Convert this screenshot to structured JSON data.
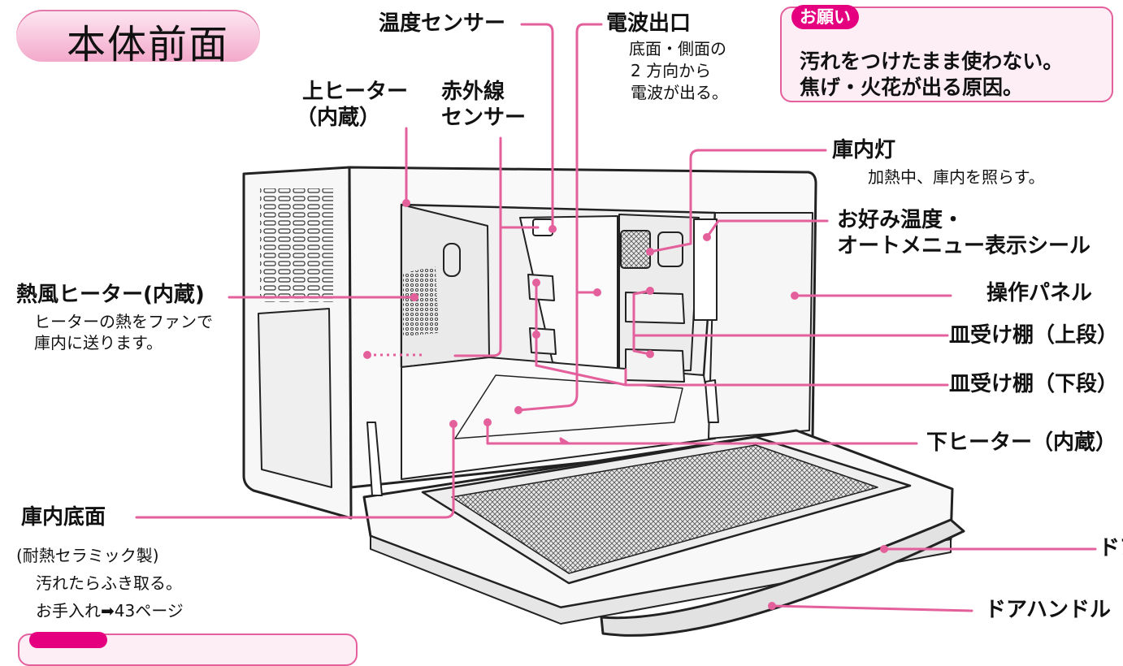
{
  "title": "本体前面",
  "note": {
    "badge": "お願い",
    "line1": "汚れをつけたまま使わない。",
    "line2": "焦げ・火花が出る原因。"
  },
  "labels": {
    "temp_sensor": "温度センサー",
    "wave_outlet": "電波出口",
    "wave_outlet_desc": [
      "底面・側面の",
      "2 方向から",
      "電波が出る。"
    ],
    "upper_heater": [
      "上ヒーター",
      "（内蔵）"
    ],
    "infrared_sensor": [
      "赤外線",
      "センサー"
    ],
    "lamp": "庫内灯",
    "lamp_desc": "加熱中、庫内を照らす。",
    "sticker": [
      "お好み温度・",
      "オートメニュー表示シール"
    ],
    "hot_air_heater": "熱風ヒーター(内蔵)",
    "hot_air_desc": [
      "ヒーターの熱をファンで",
      "庫内に送ります。"
    ],
    "control_panel": "操作パネル",
    "shelf_upper": "皿受け棚（上段）",
    "shelf_lower": "皿受け棚（下段）",
    "lower_heater": "下ヒーター（内蔵）",
    "floor": "庫内底面",
    "floor_desc": [
      "(耐熱セラミック製)",
      "汚れたらふき取る。",
      "お手入れ➡43ページ"
    ],
    "door": "ドア",
    "door_handle": "ドアハンドル"
  },
  "colors": {
    "leader": "#e4609c",
    "accent": "#e4007f",
    "note_bg": "#fdeef5",
    "body_stroke": "#222222",
    "body_fill": "#f4f4f4"
  }
}
